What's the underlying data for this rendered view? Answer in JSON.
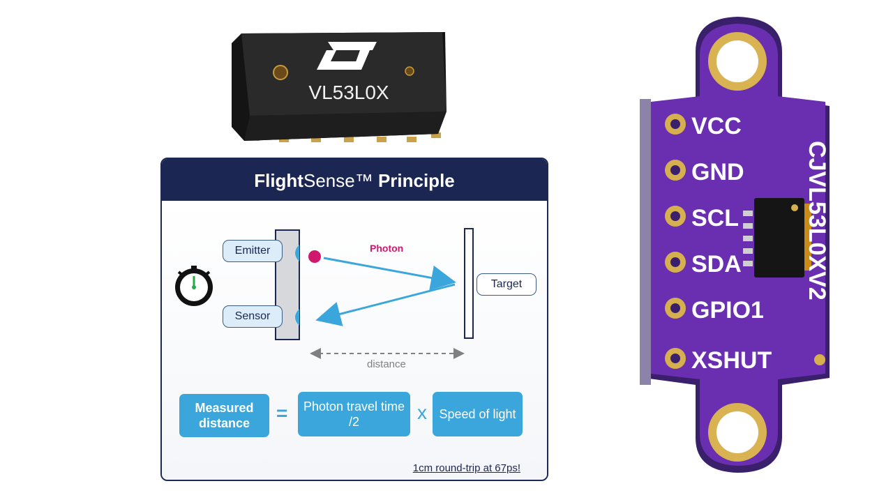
{
  "chip": {
    "part_number": "VL53L0X",
    "logo": "st-logo"
  },
  "diagram": {
    "title_light": "Flight",
    "title_mid": "Sense™ ",
    "title_bold": "Principle",
    "emitter_label": "Emitter",
    "sensor_label": "Sensor",
    "target_label": "Target",
    "photon_label": "Photon",
    "distance_label": "distance",
    "timer_icon": "stopwatch-icon",
    "formula": {
      "result": "Measured distance",
      "equals": "=",
      "term1": "Photon travel time /2",
      "times": "x",
      "term2": "Speed of light"
    },
    "footnote": "1cm round-trip at 67ps!",
    "colors": {
      "header": "#1b2652",
      "accent": "#3aa6dc",
      "photon": "#d0186e"
    }
  },
  "board": {
    "pins": [
      "VCC",
      "GND",
      "SCL",
      "SDA",
      "GPIO1",
      "XSHUT"
    ],
    "side_label": "CJVL53L0XV2",
    "color": "#6a2fb0"
  }
}
